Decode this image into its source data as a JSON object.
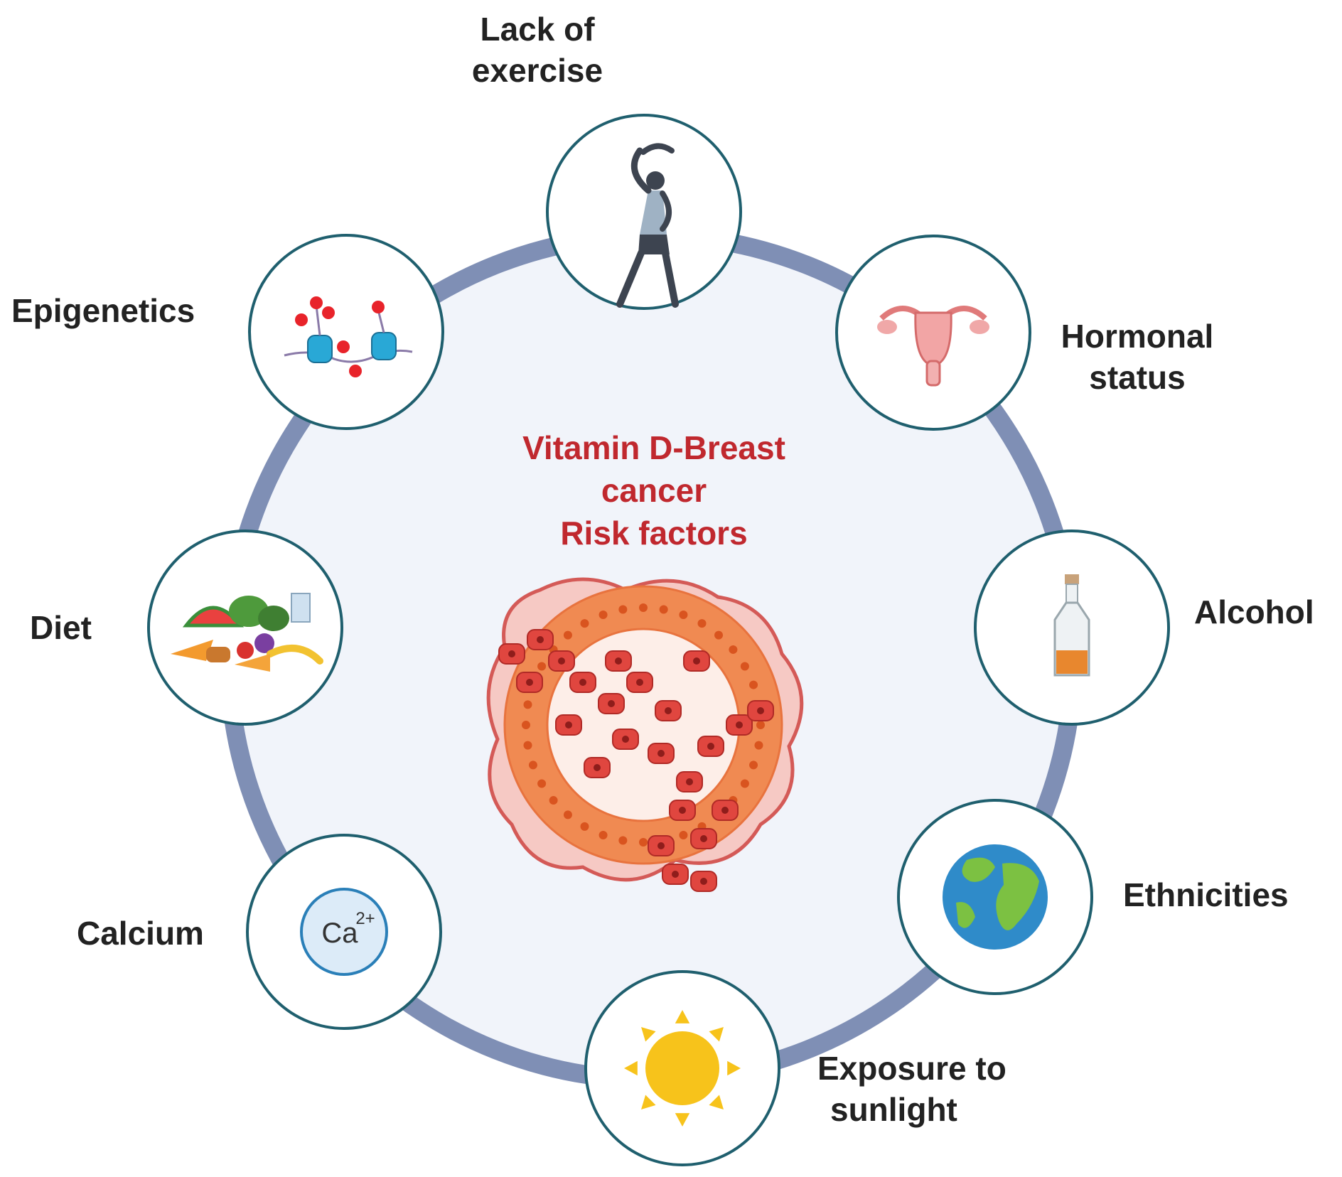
{
  "colors": {
    "ring": "#7f8fb5",
    "disc": "#f1f4fa",
    "node_border": "#1f5f6e",
    "title": "#c0282e",
    "label": "#222222"
  },
  "center": {
    "title_lines": [
      "Vitamin D-Breast",
      "cancer",
      "Risk factors"
    ],
    "icon": "breast-tumor-duct-icon"
  },
  "factors": [
    {
      "id": "lack-of-exercise",
      "lines": [
        "Lack of",
        "exercise"
      ],
      "icon": "exercise-person-icon"
    },
    {
      "id": "hormonal-status",
      "lines": [
        "Hormonal",
        "status"
      ],
      "icon": "uterus-icon"
    },
    {
      "id": "alcohol",
      "lines": [
        "Alcohol"
      ],
      "icon": "bottle-icon"
    },
    {
      "id": "ethnicities",
      "lines": [
        "Ethnicities"
      ],
      "icon": "globe-icon"
    },
    {
      "id": "exposure-to-sunlight",
      "lines": [
        "Exposure to",
        "sunlight"
      ],
      "icon": "sun-icon"
    },
    {
      "id": "calcium",
      "lines": [
        "Calcium"
      ],
      "icon": "calcium-ion-icon",
      "icon_text": "Ca",
      "icon_sup": "2+"
    },
    {
      "id": "diet",
      "lines": [
        "Diet"
      ],
      "icon": "food-icon"
    },
    {
      "id": "epigenetics",
      "lines": [
        "Epigenetics"
      ],
      "icon": "nucleosome-icon"
    }
  ]
}
